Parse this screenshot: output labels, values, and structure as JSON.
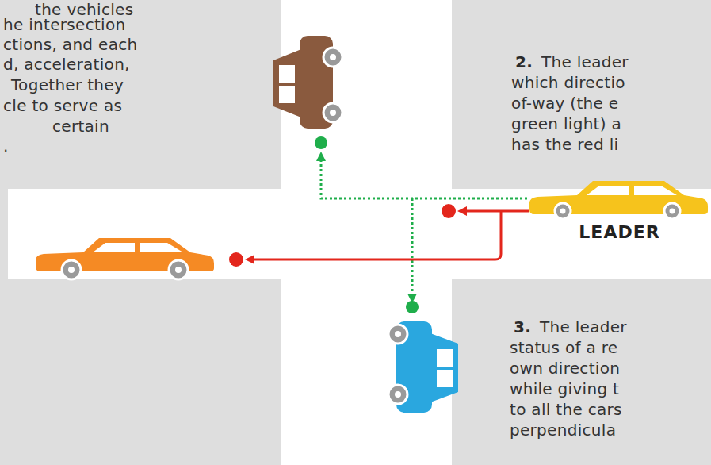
{
  "diagram": {
    "nodes": [
      {
        "text": [
          "LEADER"
        ]
      }
    ],
    "labels": [
      "the vehicles",
      "he intersection",
      "ctions, and each",
      "d, acceleration,",
      "Together they",
      "cle to serve as",
      "certain",
      ".",
      "2.",
      "The leader",
      "which directio",
      "of-way (the e",
      "green light) a",
      "has the red li",
      "3.",
      "The leader",
      "status of a re",
      "own direction",
      "while giving t",
      "to all the cars",
      "perpendicula"
    ]
  }
}
